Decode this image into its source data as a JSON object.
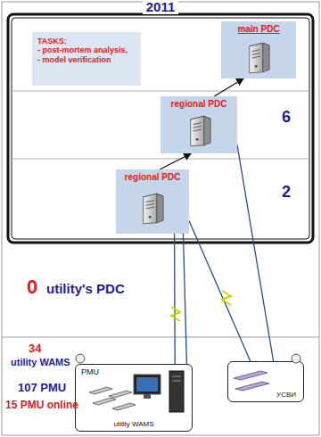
{
  "diagram": {
    "title": "2011",
    "nodes": [
      {
        "text": [
          "TASKS:",
          "- post-mortem analysis,",
          "- model verification"
        ]
      },
      {
        "text": [
          "main PDC"
        ]
      },
      {
        "text": [
          "regional PDC"
        ]
      },
      {
        "text": [
          "regional PDC"
        ]
      },
      {
        "text": [
          "PMU",
          "utility WAMS"
        ]
      },
      {
        "text": [
          "УСВИ"
        ]
      }
    ],
    "edges": [
      {
        "from": 3,
        "to": 2,
        "arrow": "to"
      },
      {
        "from": 2,
        "to": 1,
        "arrow": "to"
      },
      {
        "from": 4,
        "to": 3,
        "arrow": "none"
      },
      {
        "from": 4,
        "to": 3,
        "arrow": "none"
      },
      {
        "from": 5,
        "to": 3,
        "arrow": "none"
      },
      {
        "from": 5,
        "to": 2,
        "arrow": "none"
      }
    ],
    "labels": [
      "6",
      "2",
      "0",
      "utility's PDC",
      "34",
      "utility WAMS",
      "107 PMU",
      "15 PMU online"
    ]
  }
}
